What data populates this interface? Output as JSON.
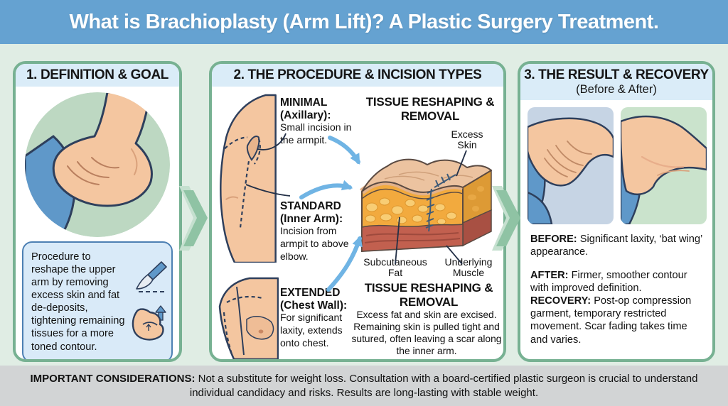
{
  "header": {
    "title": "What is Brachioplasty (Arm Lift)? A Plastic Surgery Treatment."
  },
  "panels": {
    "definition": {
      "heading": "1. DEFINITION & GOAL",
      "description": "Procedure to reshape the upper arm by removing excess skin and fat de-deposits, tightening remaining tissues for a more toned contour.",
      "icons": [
        "scalpel-icon",
        "flexed-bicep-icon"
      ]
    },
    "procedure": {
      "heading": "2. THE PROCEDURE & INCISION TYPES",
      "incisions": [
        {
          "name": "MINIMAL",
          "site": "(Axillary):",
          "description": "Small incision in the armpit."
        },
        {
          "name": "STANDARD",
          "site": "(Inner Arm):",
          "description": "Incision from armpit to above elbow."
        },
        {
          "name": "EXTENDED",
          "site": "(Chest Wall):",
          "description": "For significant laxity, extends onto chest."
        }
      ],
      "diagram": {
        "title": "TISSUE RESHAPING & REMOVAL",
        "labels": {
          "excess_skin": "Excess Skin",
          "subcutaneous_fat": "Subcutaneous Fat",
          "underlying_muscle": "Underlying Muscle"
        }
      },
      "reshaping": {
        "heading": "TISSUE RESHAPING & REMOVAL",
        "description": "Excess fat and skin are excised. Remaining skin is pulled tight and sutured, often leaving a scar along the inner arm."
      }
    },
    "result": {
      "heading": "3. THE RESULT & RECOVERY",
      "subheading": "(Before & After)",
      "items": [
        {
          "label": "BEFORE:",
          "text": " Significant laxity, ‘bat wing’ appearance."
        },
        {
          "label": "AFTER:",
          "text": " Firmer, smoother contour with improved definition."
        },
        {
          "label": "RECOVERY:",
          "text": " Post-op compression garment, temporary restricted movement. Scar fading takes time and varies."
        }
      ]
    }
  },
  "footer": {
    "label": "IMPORTANT CONSIDERATIONS:",
    "text": " Not a substitute for weight loss. Consultation with a board-certified plastic surgeon is crucial to understand individual candidacy and risks. Results are long-lasting with stable weight."
  },
  "colors": {
    "header_bg": "#65a2d1",
    "main_bg": "#e0ede4",
    "panel_border": "#77b192",
    "band_bg": "#daecf8",
    "info_box_bg": "#d9eaf8",
    "info_box_border": "#4d80b3",
    "skin": "#f4c6a0",
    "outline": "#2e3f5c",
    "fat": "#f2aa3e",
    "muscle": "#c2604f",
    "arrow_blue": "#70b4e4",
    "chevron_green": "#8fc3a4",
    "before_bg": "#c6d4e4",
    "after_bg": "#cae3cc",
    "footer_bg": "#d2d4d5"
  }
}
